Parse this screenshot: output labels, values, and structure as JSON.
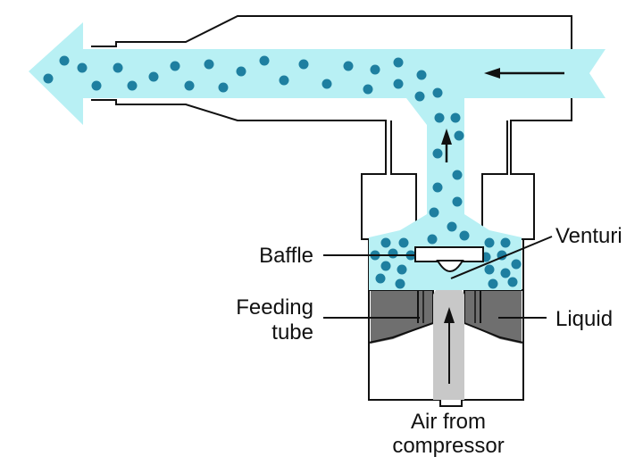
{
  "labels": {
    "baffle": "Baffle",
    "venturi": "Venturi",
    "feeding_tube_line1": "Feeding",
    "feeding_tube_line2": "tube",
    "liquid": "Liquid",
    "air_line1": "Air from",
    "air_line2": "compressor"
  },
  "colors": {
    "aerosol_stream": "#b8f0f4",
    "droplet": "#1e7fa0",
    "liquid": "#6f6f6f",
    "air_jet": "#c8c8c8",
    "outline": "#111111",
    "background": "#ffffff"
  }
}
